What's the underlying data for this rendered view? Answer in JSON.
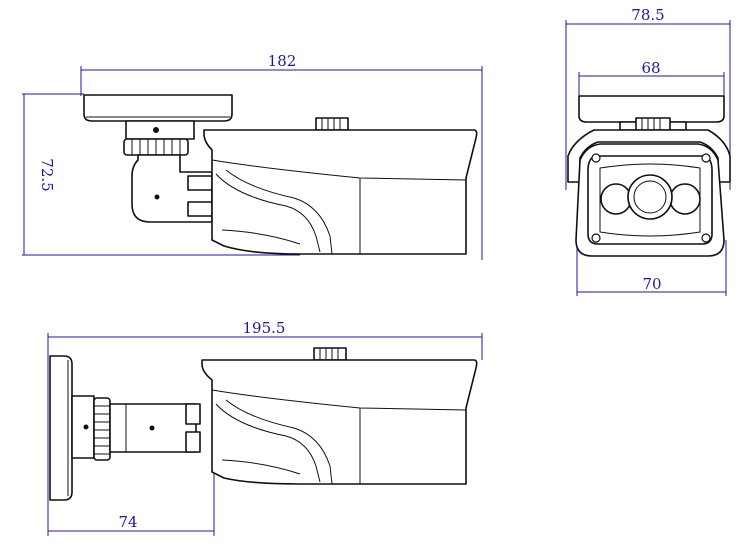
{
  "diagram": {
    "colors": {
      "dimension": "#1a1aa6",
      "outline": "#111111",
      "background": "#ffffff"
    },
    "views": {
      "side_top": {
        "dimensions": {
          "length": "182",
          "height": "72.5"
        }
      },
      "front": {
        "dimensions": {
          "overall_width": "78.5",
          "mount_width": "68",
          "body_width": "70"
        }
      },
      "side_bottom": {
        "dimensions": {
          "length": "195.5",
          "bracket_depth": "74"
        }
      }
    }
  }
}
